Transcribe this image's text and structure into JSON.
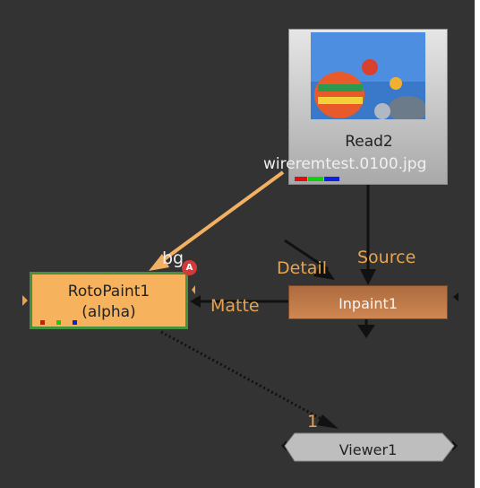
{
  "nodes": {
    "read": {
      "name": "Read2",
      "file": "wireremtest.0100.jpg"
    },
    "rotopaint": {
      "name": "RotoPaint1",
      "channel": "(alpha)",
      "badge": "A"
    },
    "inpaint": {
      "name": "Inpaint1"
    },
    "viewer": {
      "name": "Viewer1"
    }
  },
  "labels": {
    "bg": "bg",
    "detail": "Detail",
    "source": "Source",
    "matte": "Matte",
    "viewer_input": "1"
  },
  "colors": {
    "graph_bg": "#333333",
    "rotopaint_fill": "#f7b25e",
    "rotopaint_border": "#45913f",
    "inpaint_fill": "#b9734a",
    "edge_orange": "#f2b063",
    "label_orange": "#e9a34c"
  }
}
